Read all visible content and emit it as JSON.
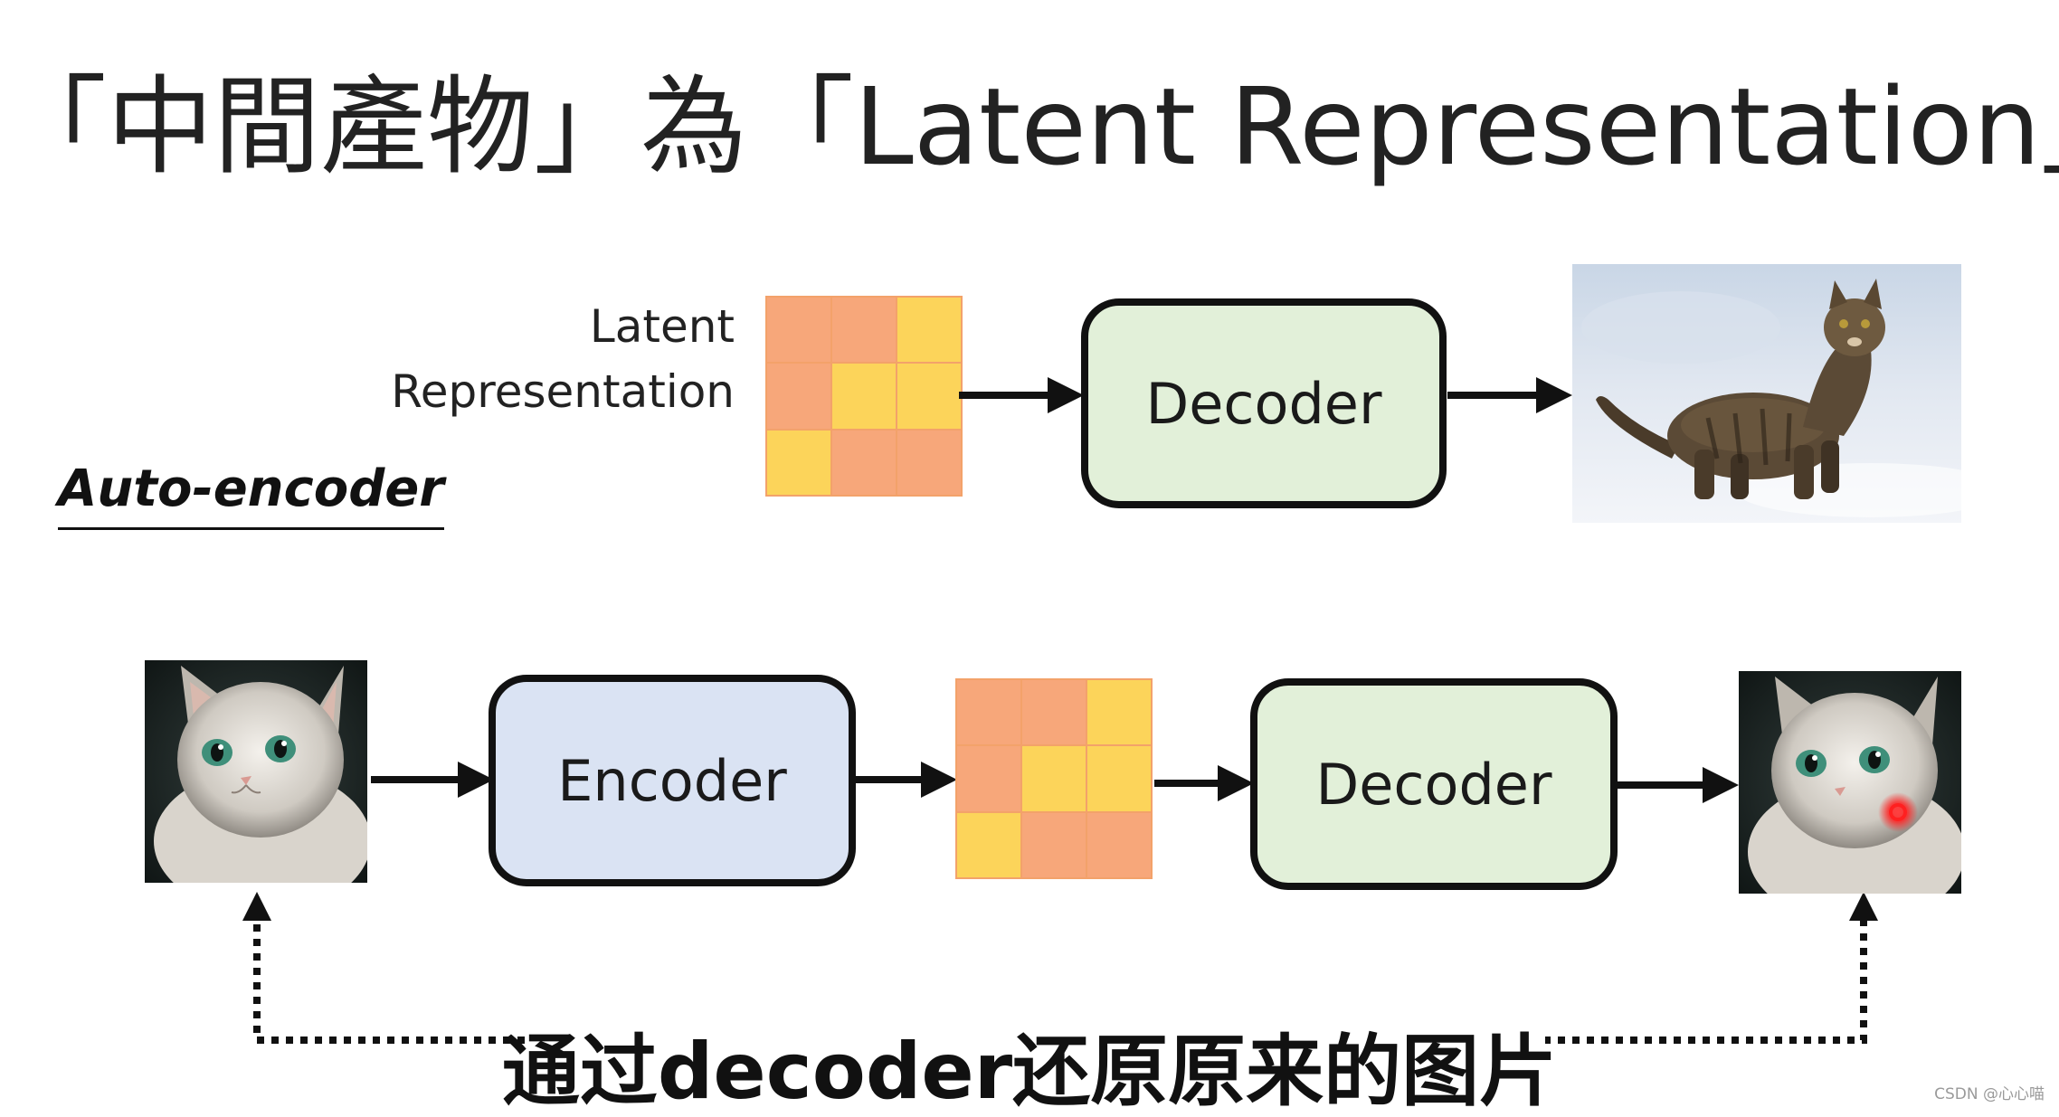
{
  "title": "「中間產物」為「Latent Representation」",
  "top_row": {
    "latent_label_line1": "Latent",
    "latent_label_line2": "Representation",
    "decoder_label": "Decoder",
    "grid_colors": [
      "o",
      "o",
      "y",
      "o",
      "y",
      "y",
      "y",
      "o",
      "o"
    ]
  },
  "auto_encoder_label": "Auto-encoder",
  "bottom_row": {
    "encoder_label": "Encoder",
    "decoder_label": "Decoder",
    "grid_colors": [
      "o",
      "o",
      "y",
      "o",
      "y",
      "y",
      "y",
      "o",
      "o"
    ]
  },
  "caption": "通过decoder还原原来的图片",
  "watermark": "CSDN @心心喵",
  "colors": {
    "decoder_fill": "#e2f0d9",
    "encoder_fill": "#dae3f3",
    "grid_orange": "#f7a77a",
    "grid_yellow": "#fcd45a",
    "red_dot": "#ff2020"
  }
}
